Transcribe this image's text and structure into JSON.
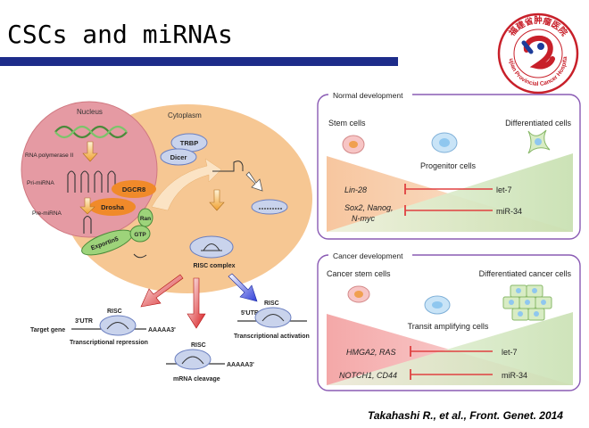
{
  "title": "CSCs and miRNAs",
  "logo": {
    "text_top": "福建省肿瘤医院",
    "text_bottom": "Fujian Provincial Cancer Hospital"
  },
  "citation": "Takahashi R., et al., Front. Genet. 2014",
  "pathway": {
    "nucleus": "Nucleus",
    "cytoplasm": "Cytoplasm",
    "rna_pol": "RNA polymerase II",
    "pri_mirna": "Pri-miRNA",
    "pre_mirna": "Pre-miRNA",
    "dgcr8": "DGCR8",
    "drosha": "Drosha",
    "exportin5": "Exportin5",
    "gtp": "GTP",
    "ran": "Ran",
    "trbp": "TRBP",
    "dicer": "Dicer",
    "risc_complex": "RISC complex",
    "risc": "RISC",
    "utr3": "3'UTR",
    "utr5": "5'UTR",
    "target_gene": "Target gene",
    "polya": "AAAAA3'",
    "transcriptional_repression": "Transcriptional repression",
    "mrna_cleavage": "mRNA cleavage",
    "transcriptional_activation": "Transcriptional  activation"
  },
  "normal": {
    "header": "Normal development",
    "stem": "Stem cells",
    "differentiated": "Differentiated cells",
    "progenitor": "Progenitor  cells",
    "gene1": "Lin-28",
    "gene2a": "Sox2, Nanog,",
    "gene2b": "N-myc",
    "mir1": "let-7",
    "mir2": "miR-34"
  },
  "cancer": {
    "header": "Cancer development",
    "stem": "Cancer stem cells",
    "differentiated": "Differentiated cancer cells",
    "transit": "Transit amplifying cells",
    "gene1": "HMGA2, RAS",
    "gene2": "NOTCH1, CD44",
    "mir1": "let-7",
    "mir2": "miR-34"
  },
  "colors": {
    "title_bar": "#1d2c8a",
    "cytoplasm": "#f6c793",
    "nucleus": "#e59aa3",
    "panel_border": "#8a5bb4",
    "inhibit_line": "#e04040"
  }
}
